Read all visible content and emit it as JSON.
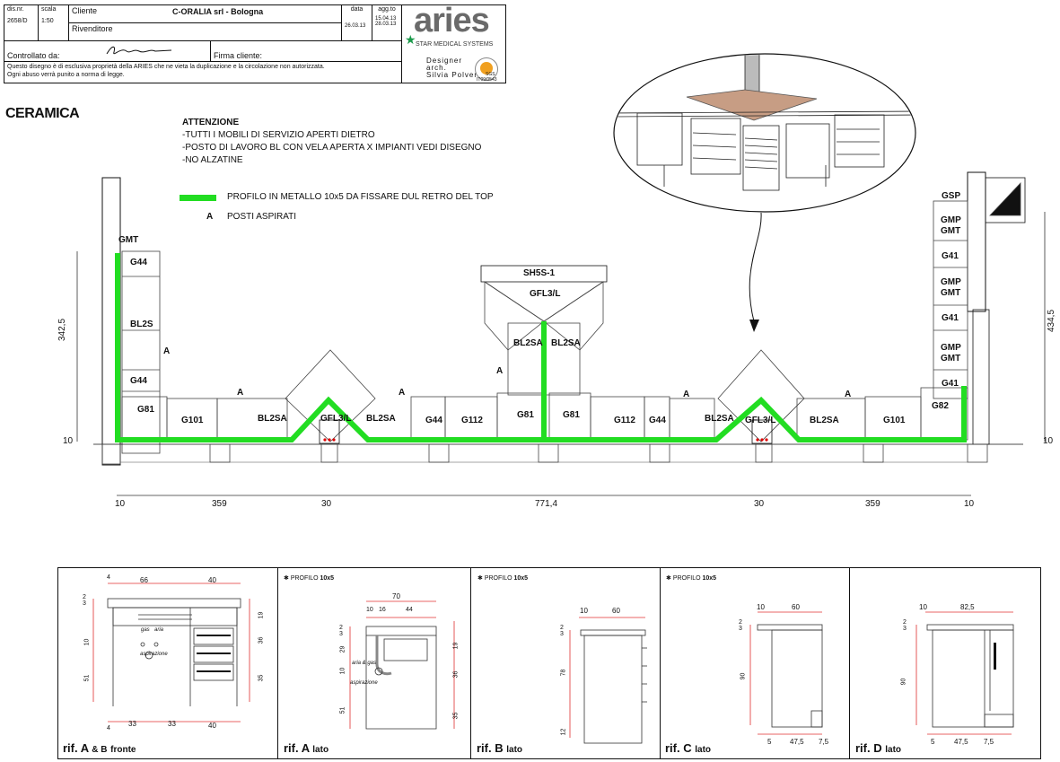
{
  "title_block": {
    "dis_nr_label": "dis.nr.",
    "dis_nr": "2658/D",
    "scala_label": "scala",
    "scala": "1:50",
    "cliente_label": "Cliente",
    "cliente": "C-ORALIA srl - Bologna",
    "rivenditore_label": "Rivenditore",
    "data_label": "data",
    "data": "26.03.13",
    "agg_label": "agg.to",
    "agg_1": "15.04.13",
    "agg_2": "28.03.13",
    "controllato_label": "Controllato da:",
    "firma_label": "Firma cliente:",
    "notice_1": "Questo disegno è di esclusiva proprietà della ARIES che ne vieta la duplicazione e la  circolazione non  autorizzata.",
    "notice_2": "Ogni abuso verrà punito a norma di legge.",
    "designer_1": "Designer",
    "designer_2": "arch.",
    "designer_3": "Silvia Polver",
    "brand": "aries",
    "brand_sub": "STAR MEDICAL SYSTEMS",
    "cert_1": "SGS",
    "cert_2": "IT09/0543"
  },
  "section_title": "CERAMICA",
  "notes": {
    "heading": "ATTENZIONE",
    "lines": [
      "-TUTTI I MOBILI DI SERVIZIO APERTI DIETRO",
      "-POSTO DI LAVORO BL CON VELA APERTA X IMPIANTI VEDI DISEGNO",
      "-NO ALZATINE"
    ]
  },
  "legend": {
    "profile": "PROFILO IN METALLO 10x5 DA FISSARE DUL RETRO DEL TOP",
    "a_letter": "A",
    "a_text": "POSTI ASPIRATI",
    "green": "#22dd22"
  },
  "plan_labels": {
    "gmt_left": "GMT",
    "g44_a": "G44",
    "bl2s": "BL2S",
    "g44_b": "G44",
    "g81_l": "G81",
    "g101_l": "G101",
    "bl2sa_1": "BL2SA",
    "gfl_l": "GFL3/L",
    "bl2sa_2": "BL2SA",
    "g44_c": "G44",
    "g112_l": "G112",
    "g81_c1": "G81",
    "g81_c2": "G81",
    "g112_r": "G112",
    "g44_d": "G44",
    "bl2sa_3": "BL2SA",
    "gfl_r": "GFL3/L",
    "bl2sa_4": "BL2SA",
    "g101_r": "G101",
    "g82": "G82",
    "sh5s": "SH5S-1",
    "gfl_top": "GFL3/L",
    "bl2sa_t1": "BL2SA",
    "bl2sa_t2": "BL2SA",
    "gsp": "GSP",
    "gmp1": "GMP",
    "gmt1": "GMT",
    "g41_1": "G41",
    "gmp2": "GMP",
    "gmt2": "GMT",
    "g41_2": "G41",
    "gmp3": "GMP",
    "gmt3": "GMT",
    "g41_3": "G41",
    "a": "A"
  },
  "dimensions": {
    "left_height": "342,5",
    "right_height": "434,5",
    "left_ten": "10",
    "right_ten": "10",
    "bottom": [
      "10",
      "359",
      "30",
      "771,4",
      "30",
      "359",
      "10"
    ]
  },
  "details": {
    "asterisk_profile": "PROFILO",
    "profile_size": "10x5",
    "panel1": {
      "title_a": "rif. A",
      "title_amp": "& B",
      "title_b": "fronte",
      "top": [
        "4",
        "66",
        "40"
      ],
      "bottom": [
        "4",
        "33",
        "33",
        "40"
      ],
      "left": [
        "2",
        "3",
        "10",
        "51"
      ],
      "right": [
        "19",
        "36",
        "35"
      ],
      "gas": "gas",
      "aria": "aria",
      "aspirazione": "aspirazione"
    },
    "panel2": {
      "title": "rif. A",
      "sub": "lato",
      "top": [
        "70",
        "10",
        "16",
        "44"
      ],
      "left": [
        "2",
        "3",
        "29",
        "10",
        "51"
      ],
      "right": [
        "19",
        "36",
        "35"
      ],
      "aria_gas": "aria & gas",
      "aspirazione": "aspirazione"
    },
    "panel3": {
      "title": "rif. B",
      "sub": "lato",
      "top": [
        "10",
        "60"
      ],
      "left": [
        "2",
        "3",
        "78",
        "12"
      ]
    },
    "panel4": {
      "title": "rif. C",
      "sub": "lato",
      "top": [
        "10",
        "60"
      ],
      "left": [
        "2",
        "3",
        "90"
      ],
      "bottom": [
        "5",
        "47,5",
        "7,5"
      ]
    },
    "panel5": {
      "title": "rif. D",
      "sub": "lato",
      "top": [
        "10",
        "82,5"
      ],
      "left": [
        "2",
        "3",
        "90"
      ],
      "bottom": [
        "5",
        "47,5",
        "7,5"
      ]
    }
  }
}
